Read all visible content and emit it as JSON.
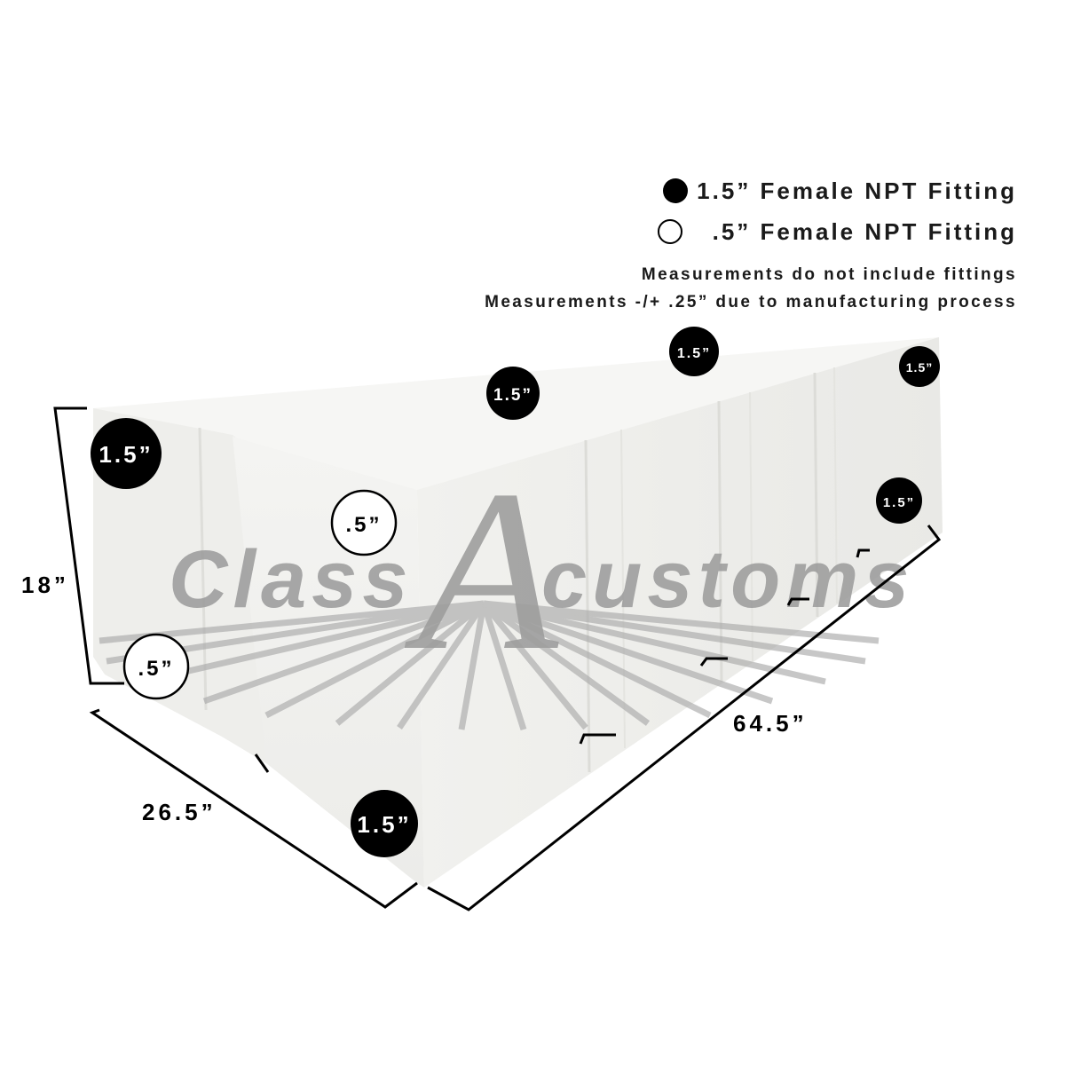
{
  "legend": {
    "large": "1.5” Female NPT Fitting",
    "small": ".5” Female NPT Fitting"
  },
  "notes": [
    "Measurements do not include fittings",
    "Measurements -/+ .25” due to manufacturing process"
  ],
  "dimensions": {
    "height": "18”",
    "width": "26.5”",
    "length": "64.5”"
  },
  "fittings": {
    "large_label": "1.5”",
    "small_label": ".5”"
  },
  "watermark": {
    "text_left": "Class",
    "text_letter": "A",
    "text_right": "customs"
  },
  "colors": {
    "tank": "#f3f3f1",
    "tank_shadow": "#e2e2df",
    "fitting_large": "#000000",
    "fitting_small": "#ffffff",
    "watermark": "#9a9a9a",
    "lines": "#000000"
  }
}
